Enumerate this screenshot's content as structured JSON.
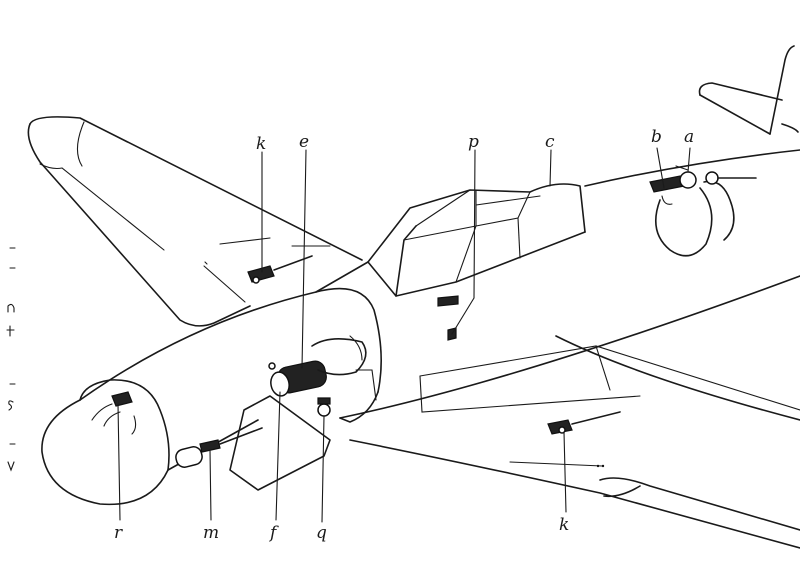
{
  "callouts": {
    "a": "a",
    "b": "b",
    "c": "c",
    "e": "e",
    "f": "f",
    "k_wing_left": "k",
    "k_wing_right": "k",
    "m": "m",
    "p": "p",
    "q": "q",
    "r": "r"
  }
}
